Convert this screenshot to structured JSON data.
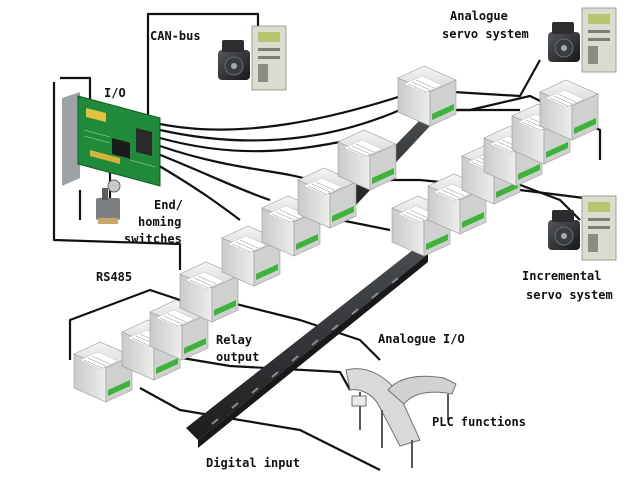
{
  "labels": {
    "can_bus": "CAN-bus",
    "analogue_servo_1": "Analogue",
    "analogue_servo_2": "servo system",
    "io": "I/O",
    "end_homing_1": "End/",
    "end_homing_2": "homing",
    "end_homing_3": "switches",
    "rs485": "RS485",
    "incremental_servo_1": "Incremental",
    "incremental_servo_2": "servo system",
    "relay_output_1": "Relay",
    "relay_output_2": "output",
    "analogue_io": "Analogue I/O",
    "plc_functions": "PLC functions",
    "digital_input": "Digital input"
  },
  "colors": {
    "module_body": "#e4e6e4",
    "module_terminal": "#3db33a",
    "din_rail": "#2f3133",
    "pcb": "#1f8a3a",
    "drive_panel": "#d9dccf",
    "motor": "#2a2c2e",
    "wire": "#111111"
  }
}
